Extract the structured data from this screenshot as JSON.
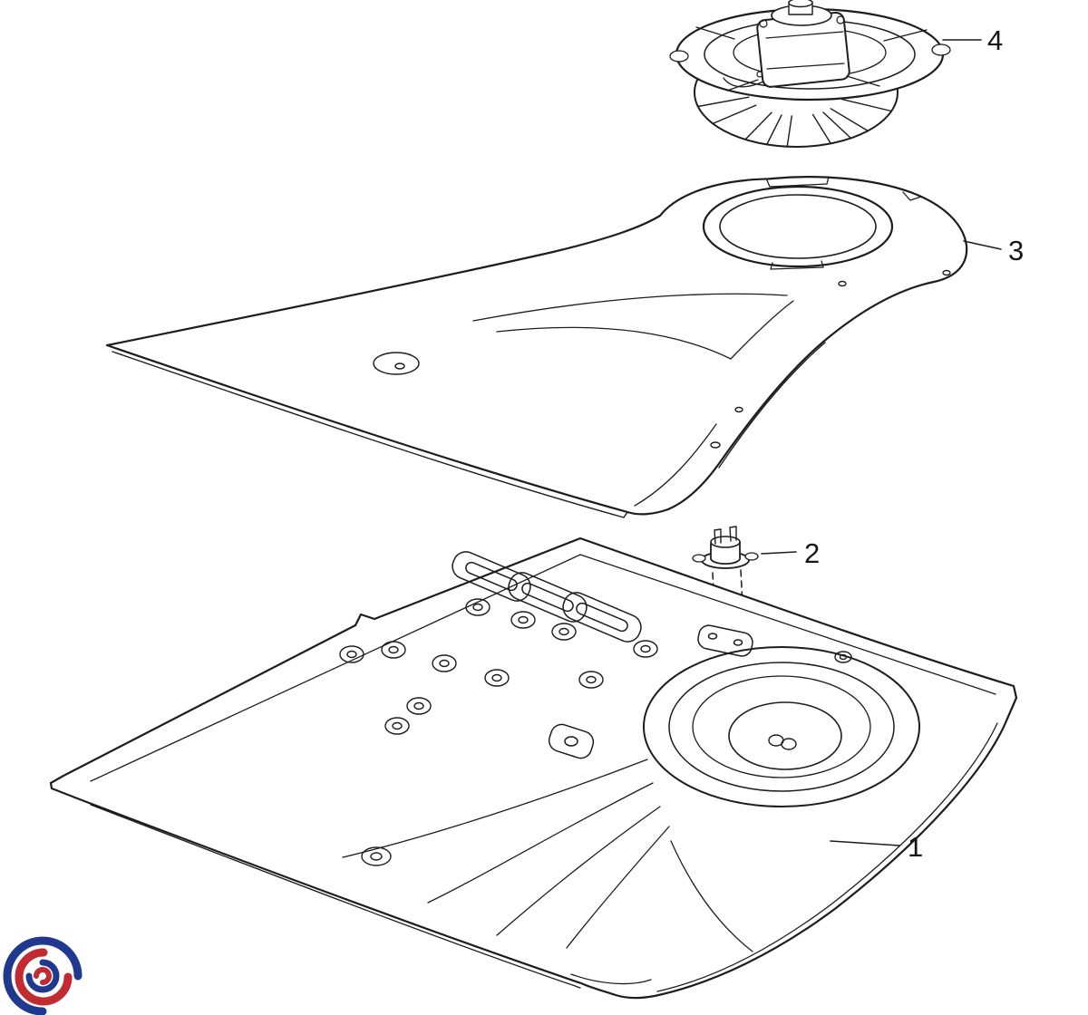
{
  "diagram": {
    "line_color": "#1d1d1d",
    "background": "#ffffff",
    "callouts": [
      {
        "label": "4"
      },
      {
        "label": "3"
      },
      {
        "label": "2"
      },
      {
        "label": "1"
      }
    ],
    "logo": {
      "red": "#c22b31",
      "blue": "#20398f"
    }
  }
}
